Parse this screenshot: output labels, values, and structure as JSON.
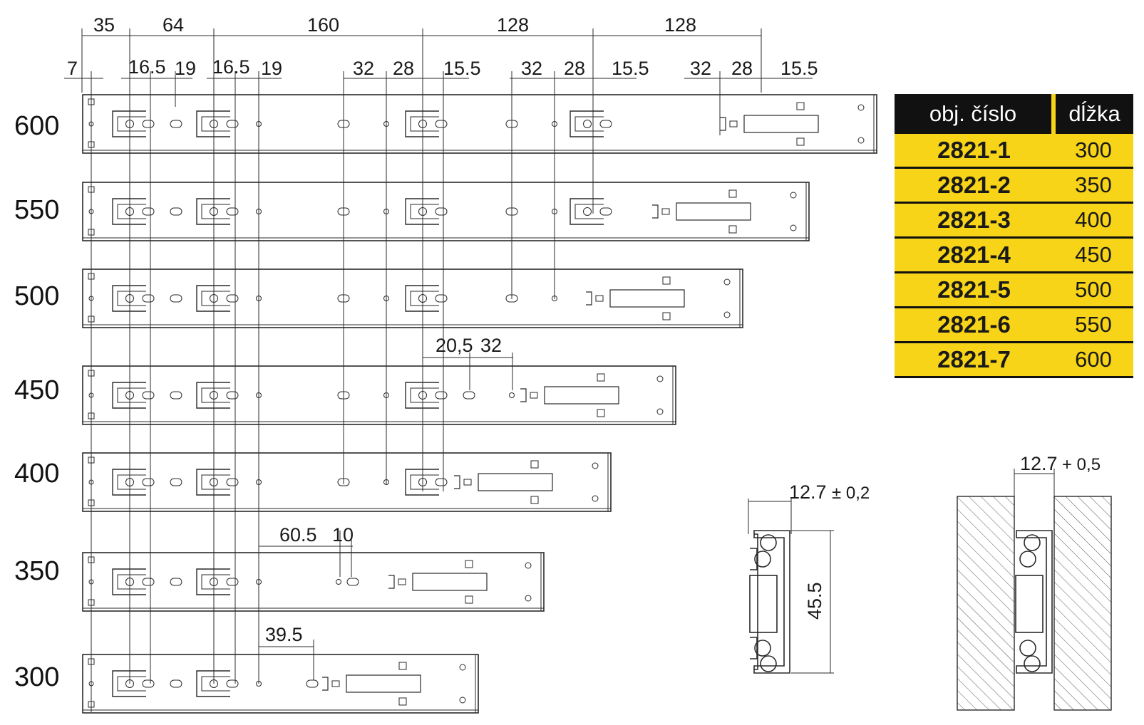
{
  "title": "",
  "row_labels": [
    "600",
    "550",
    "500",
    "450",
    "400",
    "350",
    "300"
  ],
  "top_dimensions": {
    "row1": [
      "35",
      "64",
      "160",
      "128",
      "128"
    ],
    "row2": [
      "7",
      "16.5",
      "19",
      "16.5",
      "19",
      "32",
      "28",
      "15.5",
      "32",
      "28",
      "15.5",
      "32",
      "28",
      "15.5"
    ]
  },
  "inner_dimensions": {
    "d450": [
      "20,5",
      "32"
    ],
    "d350": [
      "60.5",
      "10"
    ],
    "d300": [
      "39.5"
    ]
  },
  "table": {
    "header_code": "obj. číslo",
    "header_length": "dĺžka",
    "rows": [
      {
        "code": "2821-1",
        "length": "300"
      },
      {
        "code": "2821-2",
        "length": "350"
      },
      {
        "code": "2821-3",
        "length": "400"
      },
      {
        "code": "2821-4",
        "length": "450"
      },
      {
        "code": "2821-5",
        "length": "500"
      },
      {
        "code": "2821-6",
        "length": "550"
      },
      {
        "code": "2821-7",
        "length": "600"
      }
    ],
    "accent_color": "#f7d417",
    "header_color": "#111111"
  },
  "section_view": {
    "width_label": "12.7",
    "tolerance": "± 0,2",
    "height_label": "45.5"
  },
  "install_view": {
    "gap_label": "12.7",
    "tolerance": "+ 0,5"
  }
}
